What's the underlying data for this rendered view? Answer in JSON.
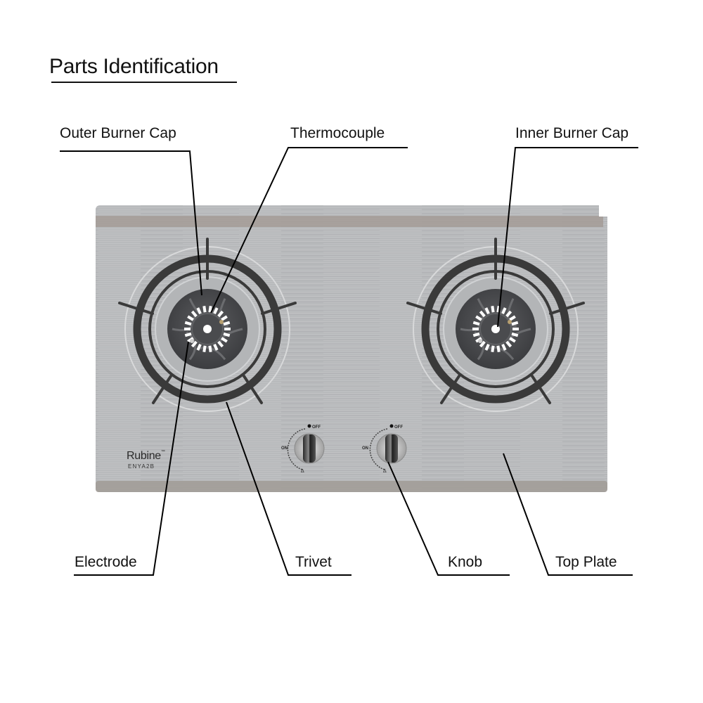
{
  "title": "Parts Identification",
  "labels": {
    "outer_burner_cap": "Outer Burner Cap",
    "thermocouple": "Thermocouple",
    "inner_burner_cap": "Inner Burner Cap",
    "electrode": "Electrode",
    "trivet": "Trivet",
    "knob": "Knob",
    "top_plate": "Top Plate"
  },
  "product": {
    "brand": "Rubine",
    "trademark": "™",
    "model": "ENYA2B"
  },
  "knobs": {
    "off_label": "OFF",
    "on_label": "ON"
  },
  "colors": {
    "steel": "#b4b6b8",
    "steel_band": "#9c9590",
    "trivet": "#3a3a3a",
    "burner_dark": "#4a4b4d",
    "leader": "#000000"
  }
}
